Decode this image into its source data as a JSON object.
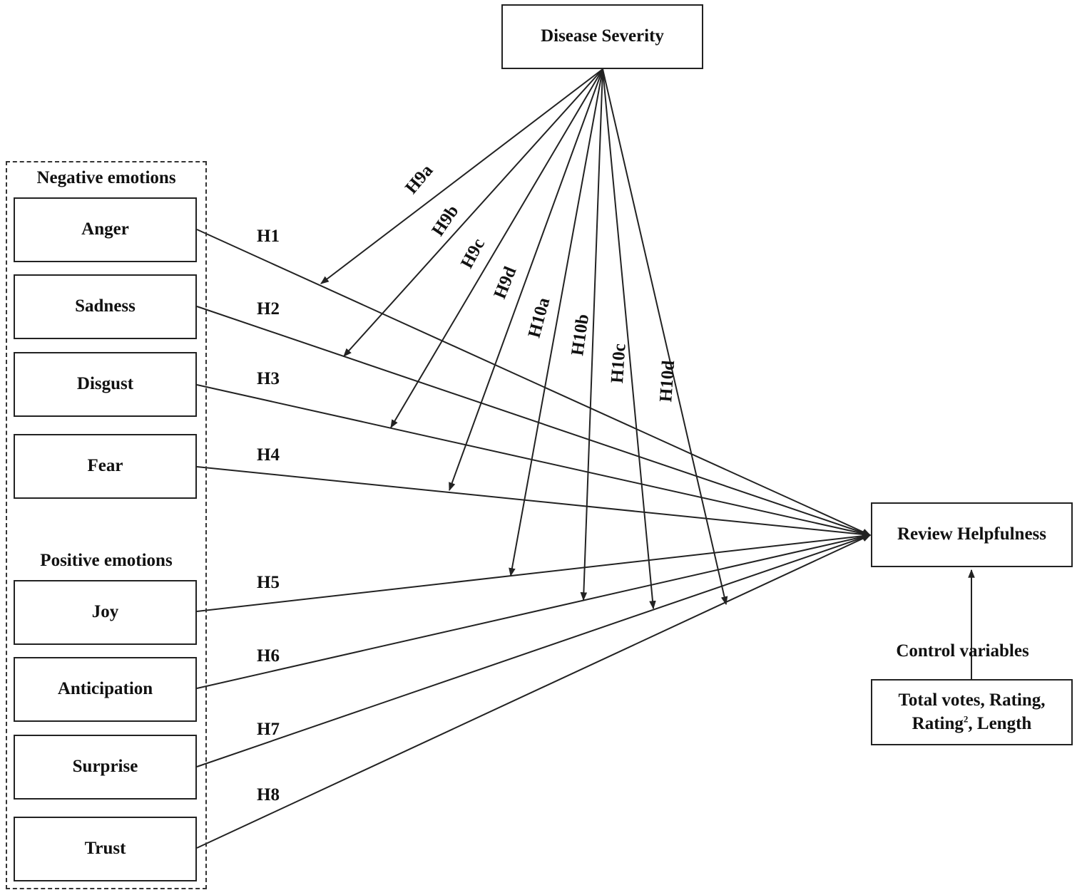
{
  "diagram": {
    "moderator": "Disease Severity",
    "outcome": "Review Helpfulness",
    "control_heading": "Control variables",
    "control_box": {
      "line1": "Total votes, Rating,",
      "line2_a": "Rating",
      "line2_sup": "2",
      "line2_b": ", Length"
    },
    "negative_heading": "Negative emotions",
    "positive_heading": "Positive emotions",
    "negative": [
      "Anger",
      "Sadness",
      "Disgust",
      "Fear"
    ],
    "positive": [
      "Joy",
      "Anticipation",
      "Surprise",
      "Trust"
    ],
    "direct_hypotheses": [
      "H1",
      "H2",
      "H3",
      "H4",
      "H5",
      "H6",
      "H7",
      "H8"
    ],
    "moderation_hypotheses": [
      "H9a",
      "H9b",
      "H9c",
      "H9d",
      "H10a",
      "H10b",
      "H10c",
      "H10d"
    ]
  }
}
